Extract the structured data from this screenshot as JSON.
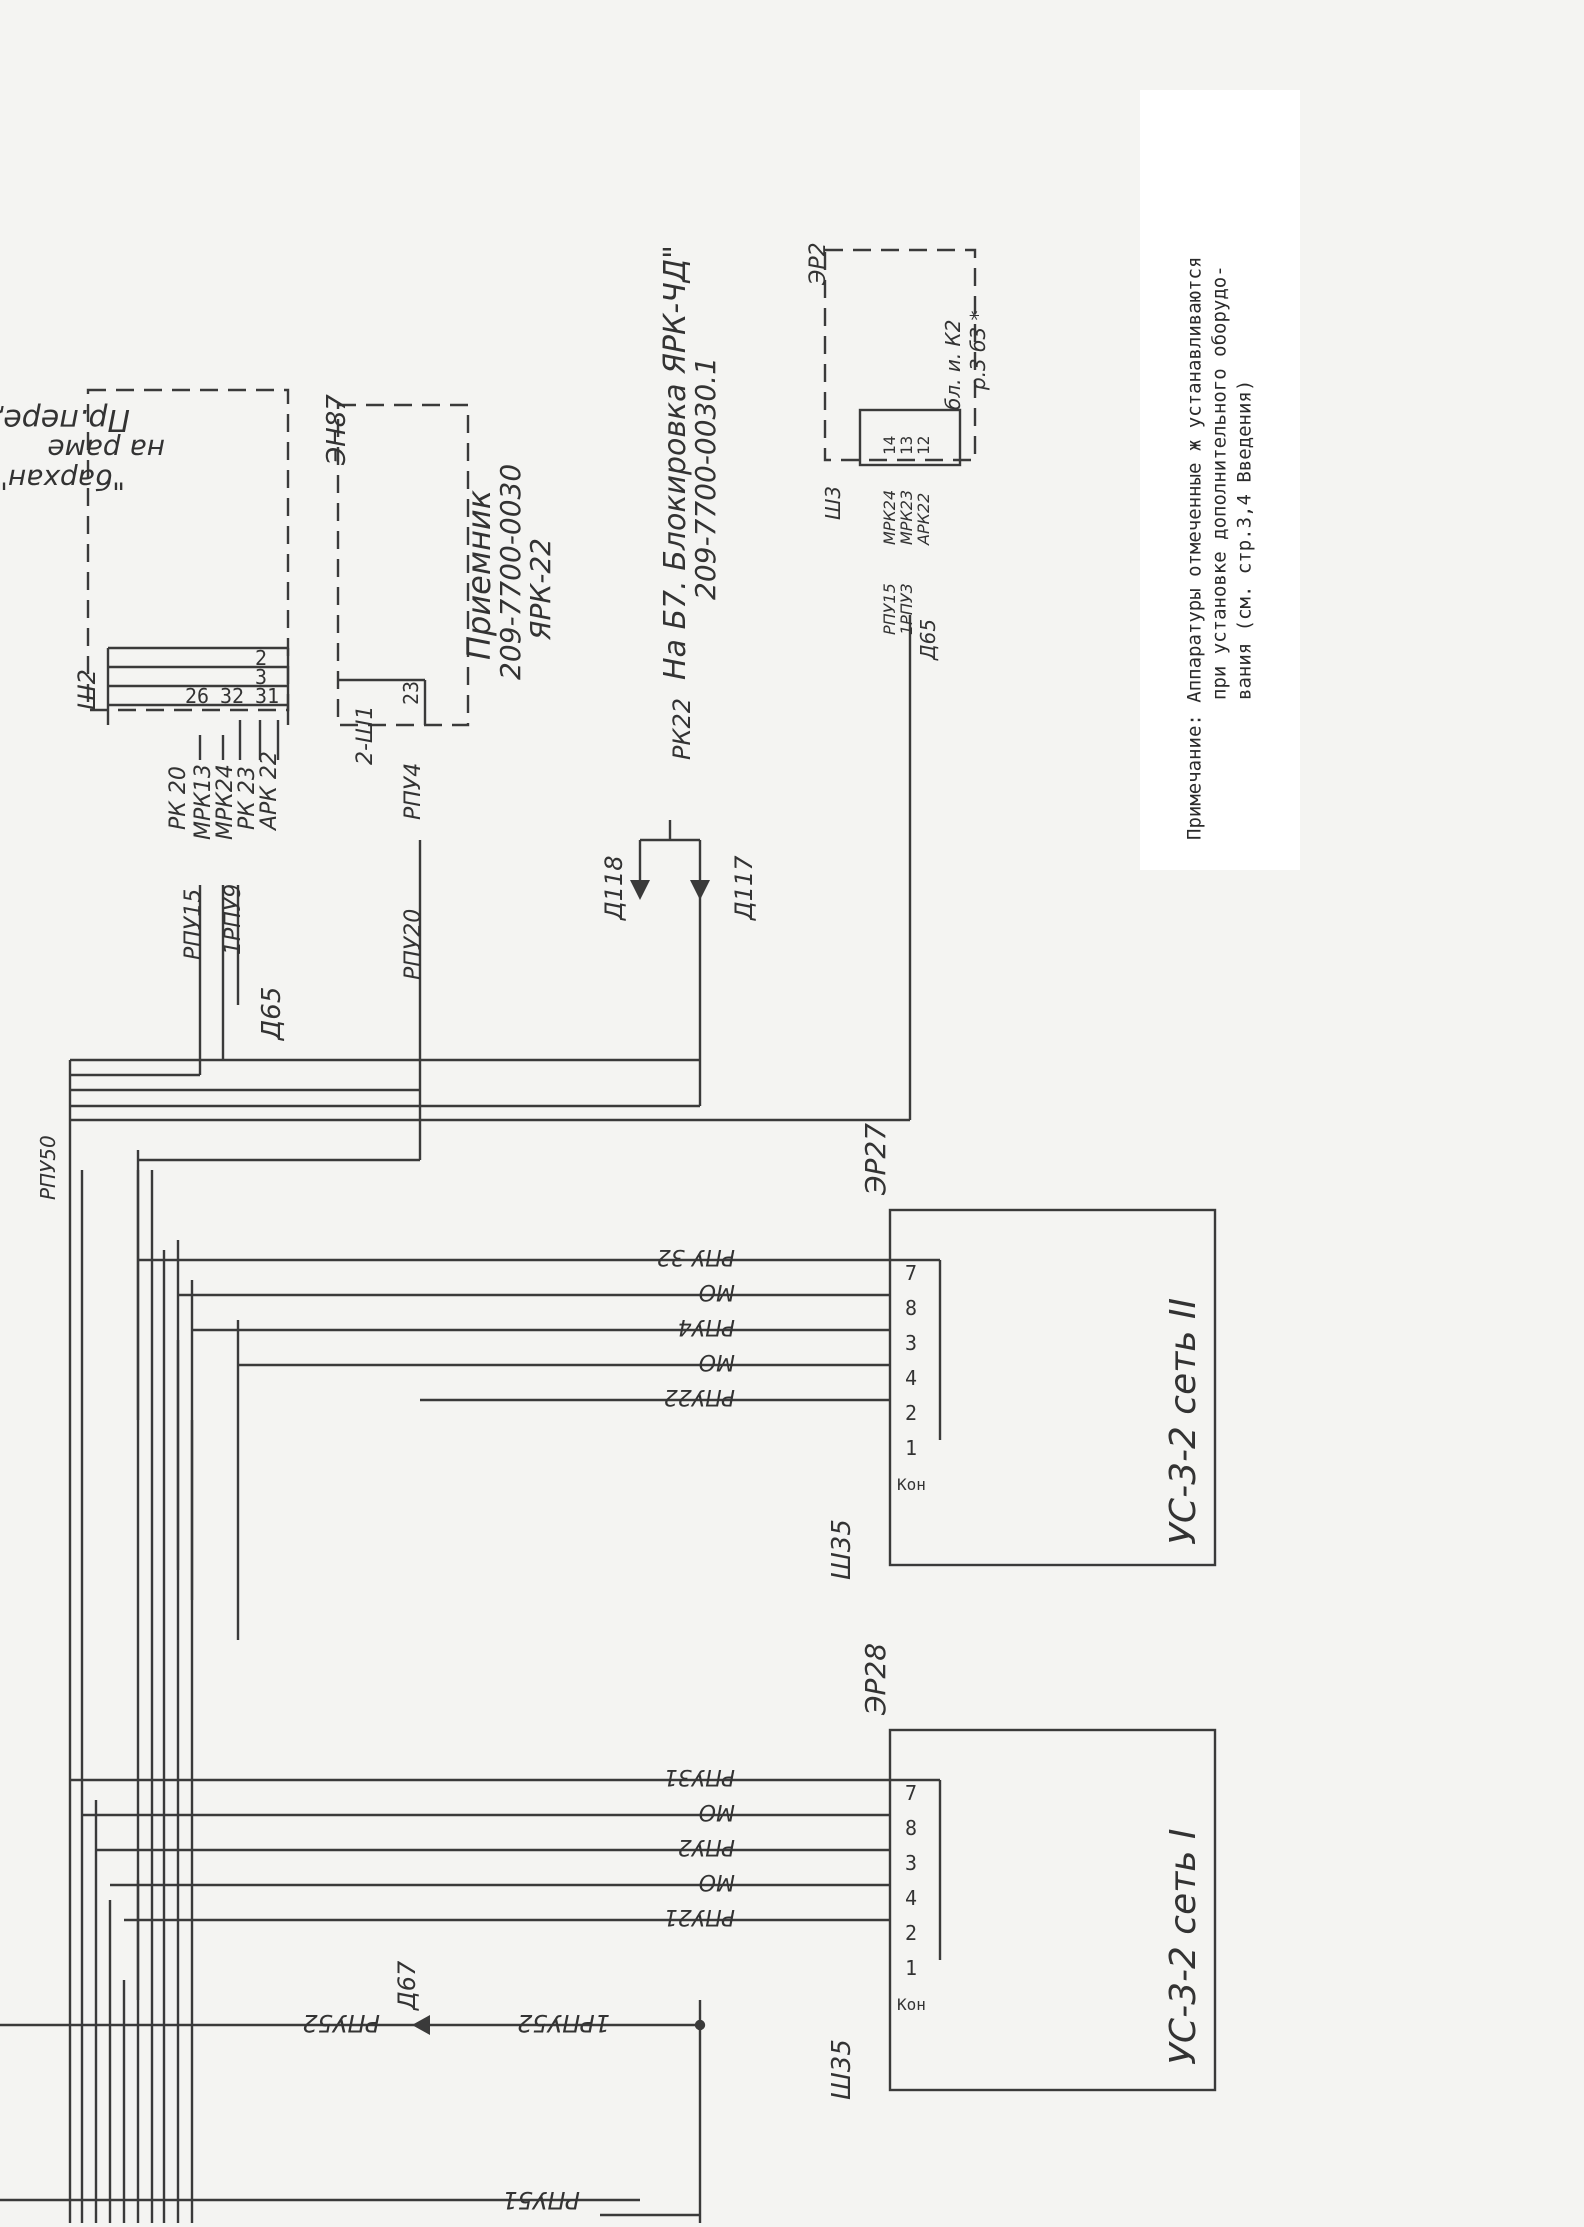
{
  "note": {
    "lines": [
      "Примечание: Аппаратуры отмеченные ж устанавливаются",
      "при установке дополнительного оборудо-",
      "вания (см. стр.3,4 Введения)"
    ]
  },
  "top_unit": {
    "connector": "Ш2",
    "title": "Пр.передатчик",
    "subtitle": "на раме",
    "subtitle2": "\"бархан\"(I)",
    "pins": [
      "2",
      "3",
      "31",
      "32",
      "26"
    ],
    "wires": [
      "РК 20",
      "МРК13",
      "МРК24",
      "РК 23",
      "АРК 22"
    ],
    "feed_wires": [
      "РПУ15",
      "1РПУ9",
      "Д65"
    ]
  },
  "receiver": {
    "ref": "ЭН87",
    "connector": "2-Ш1",
    "pin": "23",
    "wire": "РПУ4",
    "wire2": "РПУ20",
    "title": "Приемник",
    "number": "209-7700-0030",
    "type": "ЯРК-22"
  },
  "blocking": {
    "wire": "РК22",
    "diodes": [
      "Д118",
      "Д117"
    ],
    "label": "На Б7. Блокировка ЯРК-ЧД\"",
    "number": "209-7700-0030.1"
  },
  "unit_er2": {
    "ref": "ЭР2",
    "connector": "Ш3",
    "pins": [
      "14",
      "13",
      "12"
    ],
    "wires": [
      "МРК24",
      "МРК23",
      "АРК22"
    ],
    "feed_wires": [
      "РПУ15",
      "1РПУ3",
      "Д65"
    ],
    "label": "бл. и. К2",
    "label2": "р.3 б3 *"
  },
  "us_net2": {
    "ref": "ЭР27",
    "connector": "Ш35",
    "title": "УС-3-2 сеть II",
    "pins": [
      "7",
      "8",
      "3",
      "4",
      "2",
      "1",
      "Кон"
    ],
    "wires": [
      "РПУ 32",
      "МО",
      "РПУ4",
      "МО",
      "РПУ22"
    ]
  },
  "us_net1": {
    "ref": "ЭР28",
    "connector": "Ш35",
    "title": "УС-3-2 сеть I",
    "pins": [
      "7",
      "8",
      "3",
      "4",
      "2",
      "1",
      "Кон"
    ],
    "wires": [
      "РПУ31",
      "МО",
      "РПУ2",
      "МО",
      "РПУ21"
    ]
  },
  "bottom": {
    "diode": "Д67",
    "wire_left": "РПУ52",
    "wire_right": "1РПУ52",
    "wire_edge": "РПУ51",
    "fragment": "РПУ50"
  }
}
